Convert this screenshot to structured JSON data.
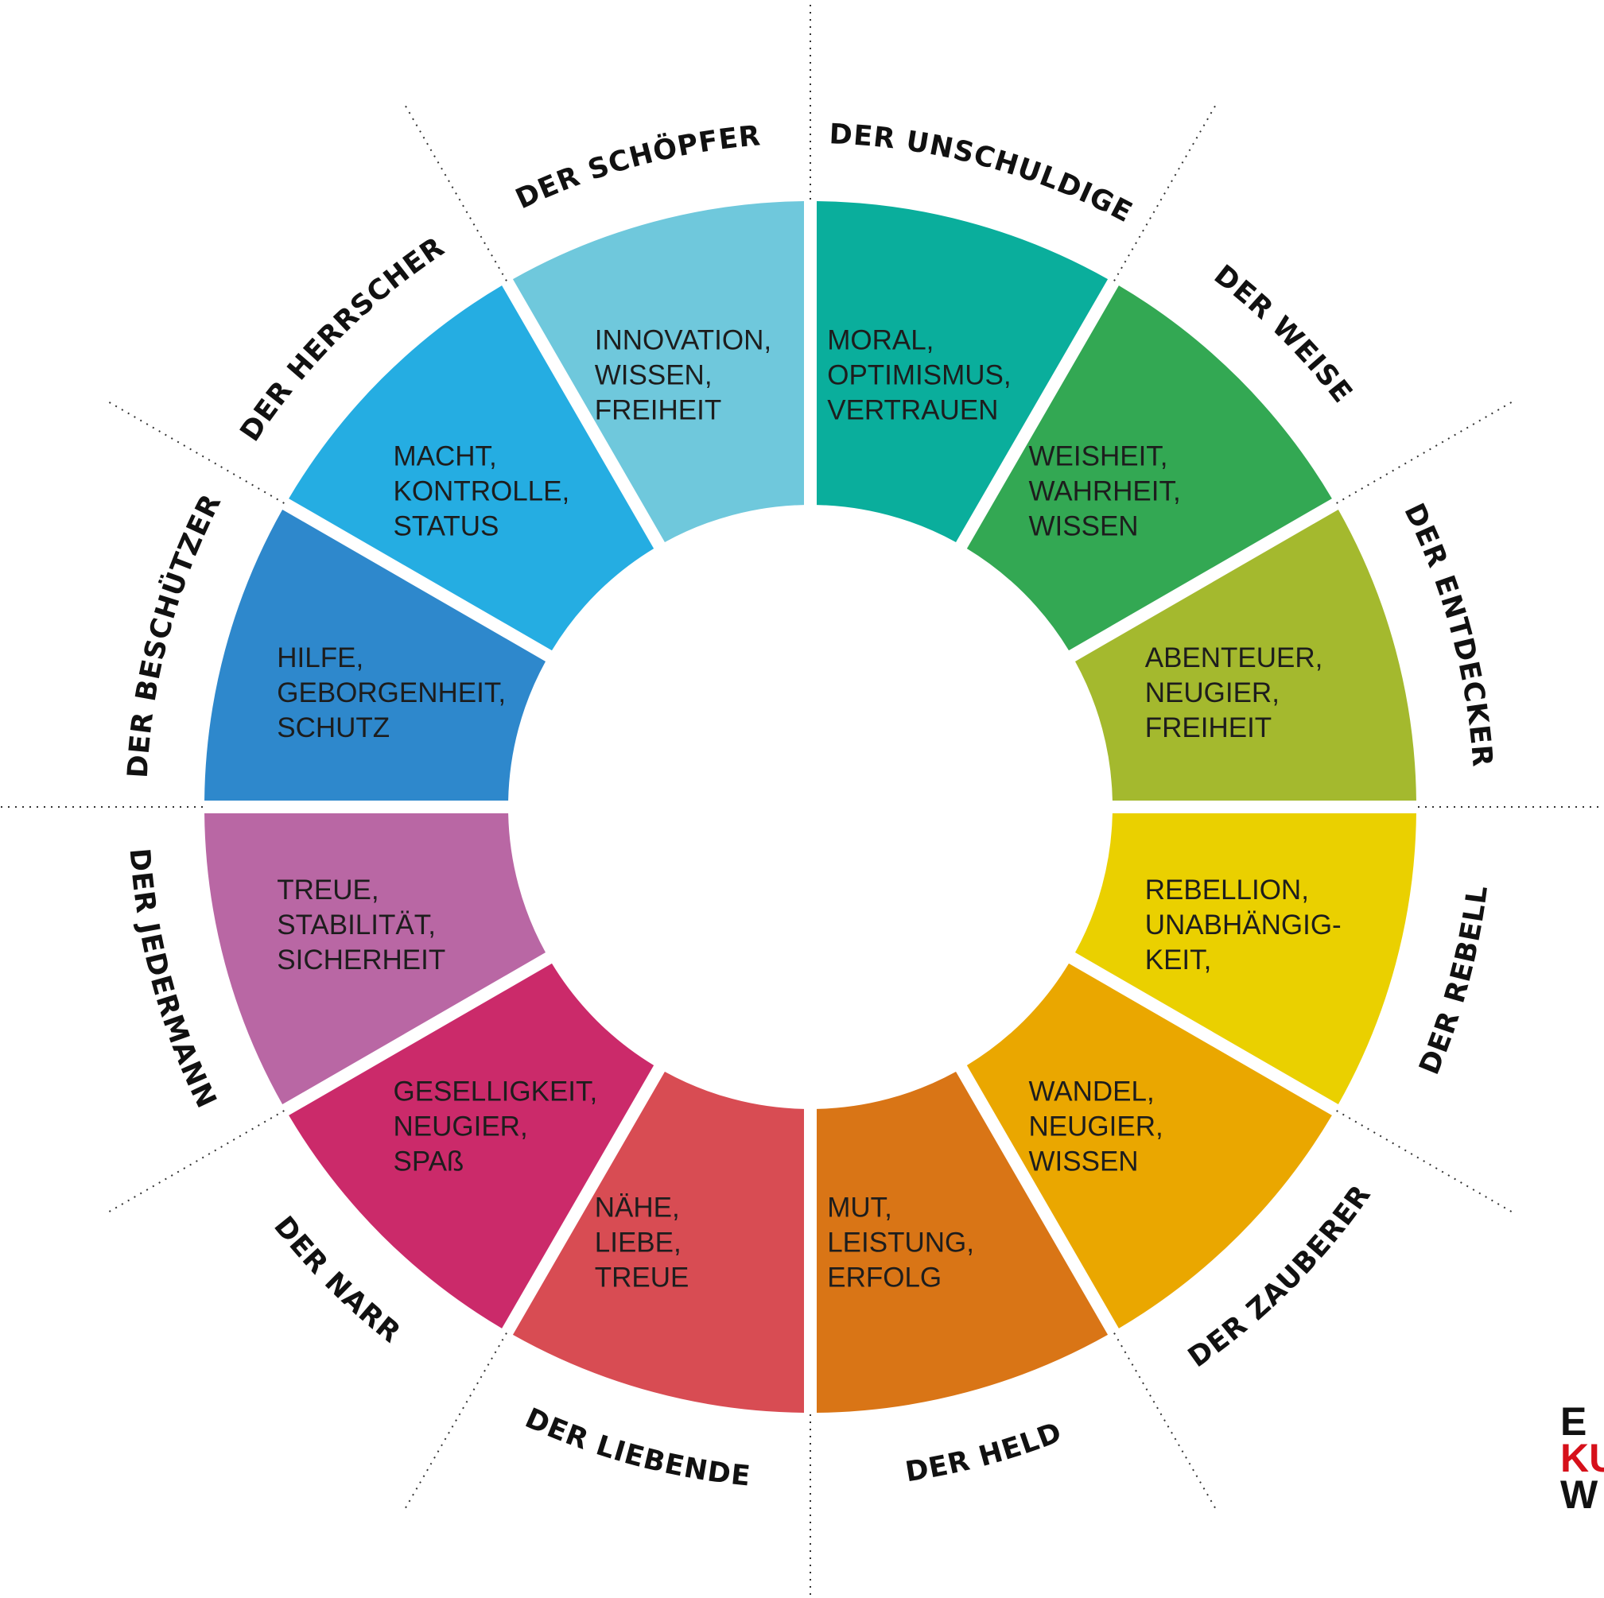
{
  "wheel": {
    "segments": [
      {
        "name": "DER UNSCHULDIGE",
        "values": [
          "MORAL,",
          "OPTIMISMUS,",
          "VERTRAUEN"
        ],
        "color": "#0aae9c"
      },
      {
        "name": "DER WEISE",
        "values": [
          "WEISHEIT,",
          "WAHRHEIT,",
          "WISSEN"
        ],
        "color": "#33a853"
      },
      {
        "name": "DER ENTDECKER",
        "values": [
          "ABENTEUER,",
          "NEUGIER,",
          "FREIHEIT"
        ],
        "color": "#a4b92e"
      },
      {
        "name": "DER REBELL",
        "values": [
          "REBELLION,",
          "UNABHÄNGIG-",
          "KEIT,"
        ],
        "color": "#ead000"
      },
      {
        "name": "DER ZAUBERER",
        "values": [
          "WANDEL,",
          "NEUGIER,",
          "WISSEN"
        ],
        "color": "#eaa700"
      },
      {
        "name": "DER HELD",
        "values": [
          "MUT,",
          "LEISTUNG,",
          "ERFOLG"
        ],
        "color": "#d97516"
      },
      {
        "name": "DER LIEBENDE",
        "values": [
          "NÄHE,",
          "LIEBE,",
          "TREUE"
        ],
        "color": "#d84c53"
      },
      {
        "name": "DER NARR",
        "values": [
          "GESELLIGKEIT,",
          "NEUGIER,",
          "SPAß"
        ],
        "color": "#cb2a6a"
      },
      {
        "name": "DER JEDERMANN",
        "values": [
          "TREUE,",
          "STABILITÄT,",
          "SICHERHEIT"
        ],
        "color": "#b967a4"
      },
      {
        "name": "DER BESCHÜTZER",
        "values": [
          "HILFE,",
          "GEBORGENHEIT,",
          "SCHUTZ"
        ],
        "color": "#2e88cc"
      },
      {
        "name": "DER HERRSCHER",
        "values": [
          "MACHT,",
          "KONTROLLE,",
          "STATUS"
        ],
        "color": "#25ade2"
      },
      {
        "name": "DER SCHÖPFER",
        "values": [
          "INNOVATION,",
          "WISSEN,",
          "FREIHEIT"
        ],
        "color": "#6fc8dc"
      }
    ]
  },
  "logo": {
    "lines": [
      "E",
      "KU",
      "W"
    ],
    "colors": [
      "#111111",
      "#d6101a",
      "#111111"
    ]
  }
}
